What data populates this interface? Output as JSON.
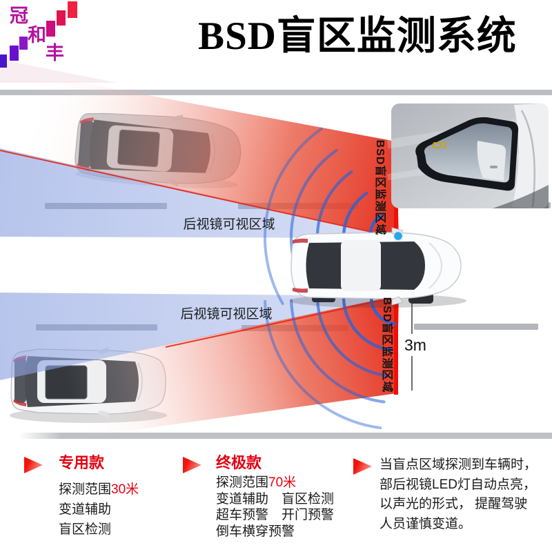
{
  "brand": {
    "char1": "冠",
    "char2": "和",
    "char3": "丰"
  },
  "title": "BSD盲区监测系统",
  "diagram": {
    "bsd_zone_label": "BSD盲区监测区域",
    "mirror_view_label": "后视镜可视区域",
    "distance": "3m"
  },
  "features": {
    "col1": {
      "heading": "专用款",
      "range_prefix": "探测范围",
      "range_value": "30米",
      "line2": "变道辅助",
      "line3": "盲区检测"
    },
    "col2": {
      "heading": "终极款",
      "range_prefix": "探测范围",
      "range_value": "70米",
      "line2": "变道辅助　盲区检测",
      "line3": "超车预警　开门预警",
      "line4": "倒车横穿预警"
    },
    "col3": {
      "line1": "当盲点区域探测到车辆时，",
      "line2": "部后视镜LED灯自动点亮，",
      "line3": "以声光的形式， 提醒驾驶",
      "line4": "人员谨慎变道。"
    }
  },
  "colors": {
    "accent_red": "#e60012",
    "zone_red": "#e5301f",
    "zone_blue": "#8aa0e0",
    "wave_blue": "#2b63d6",
    "sensor_dot": "#2aa7e8"
  }
}
